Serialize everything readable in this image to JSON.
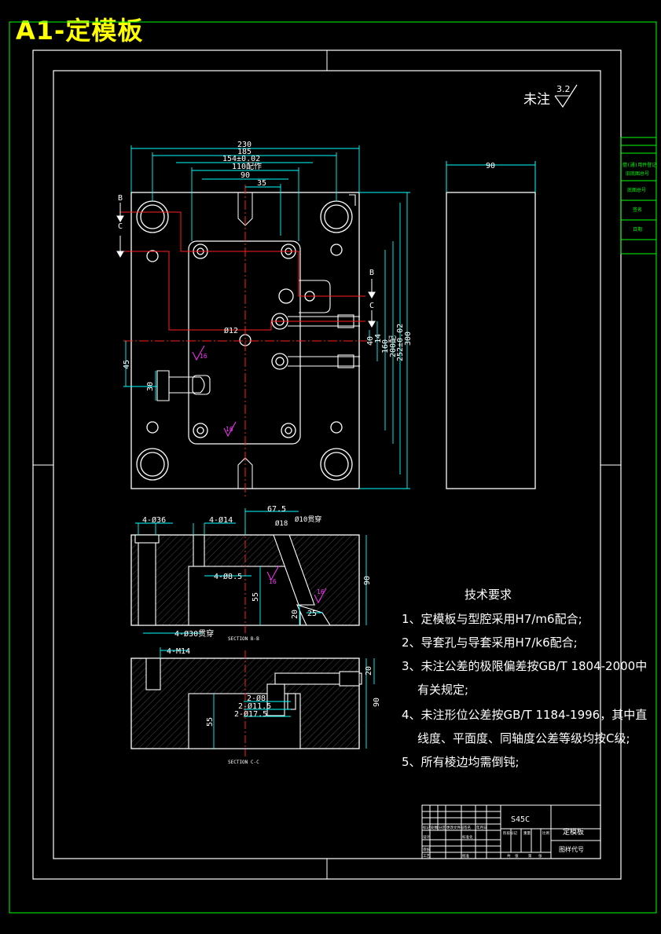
{
  "sheet_title": "A1-定模板",
  "roughness_note": {
    "label": "未注",
    "value": "3.2"
  },
  "top_view": {
    "dims_top": [
      "230",
      "185",
      "154±0.02",
      "110配作",
      "90",
      "35"
    ],
    "dims_right": [
      "40",
      "14",
      "160",
      "200配",
      "252±0.02",
      "300"
    ],
    "dims_left": [
      "45",
      "30"
    ],
    "hole_label": "Ø12",
    "roughness_marks": [
      "16",
      "16"
    ],
    "section_labels": [
      "B",
      "C",
      "B",
      "C"
    ]
  },
  "side_view": {
    "width_dim": "90"
  },
  "section_bb": {
    "callouts": [
      "4-Ø36",
      "4-Ø14",
      "67.5",
      "Ø18",
      "Ø10贯穿",
      "4-Ø8.5",
      "4-Ø30贯穿"
    ],
    "dims": [
      "90",
      "55",
      "20",
      "25"
    ],
    "roughness": [
      "16",
      "16"
    ],
    "caption": "SECTION B-B"
  },
  "section_cc": {
    "callouts": [
      "4-M14",
      "2-Ø8",
      "2-Ø11.5",
      "2-Ø17.5"
    ],
    "dims": [
      "20",
      "90",
      "55"
    ],
    "caption": "SECTION C-C"
  },
  "tech_requirements": {
    "title": "技术要求",
    "items": [
      "1、定模板与型腔采用H7/m6配合;",
      "2、导套孔与导套采用H7/k6配合;",
      "3、未注公差的极限偏差按GB/T 1804-2000中",
      "有关规定;",
      "4、未注形位公差按GB/T 1184-1996，其中直",
      "线度、平面度、同轴度公差等级均按C级;",
      "5、所有棱边均需倒钝;"
    ]
  },
  "title_block": {
    "material": "S45C",
    "part_name": "定模板",
    "drawing_code": "图样代号",
    "small": [
      "标记",
      "处数",
      "分区",
      "更改文件号",
      "签名",
      "年月日",
      "设计",
      "标准化",
      "审核",
      "工艺",
      "批准",
      "阶段标记",
      "重量",
      "比例",
      "共",
      "张",
      "第",
      "张"
    ]
  },
  "side_table": [
    "借(通)用件登记",
    "旧底图总号",
    "底图总号",
    "签名",
    "日期"
  ]
}
